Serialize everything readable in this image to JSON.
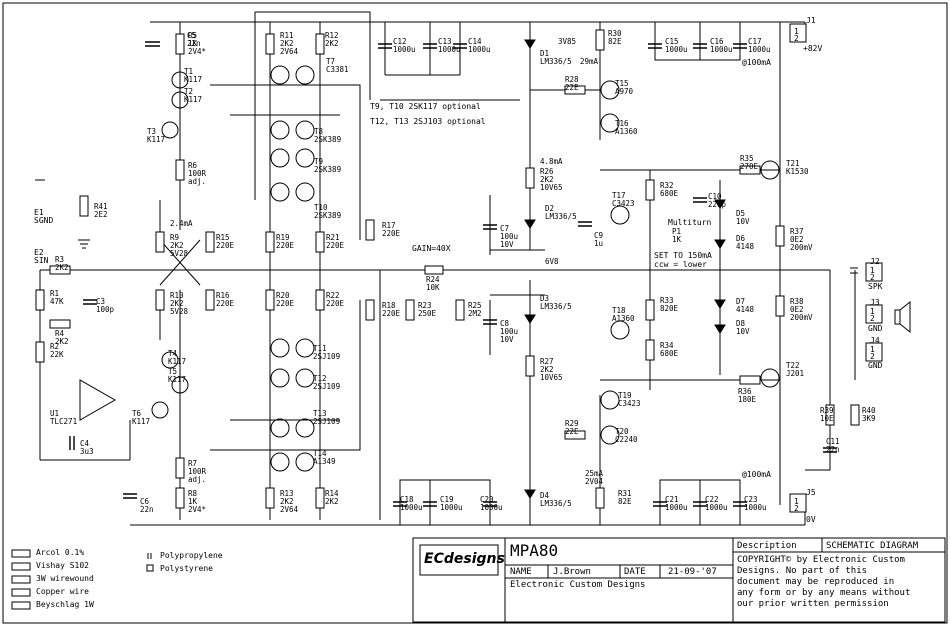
{
  "title_block": {
    "logo_text": "ECdesigns",
    "project": "MPA80",
    "name_label": "NAME",
    "name_value": "J.Brown",
    "date_label": "DATE",
    "date_value": "21-09-'07",
    "company": "Electronic Custom Designs",
    "description_label": "Description",
    "description_value": "SCHEMATIC DIAGRAM",
    "copyright": [
      "COPYRIGHT© by Electronic Custom",
      "Designs. No part of this",
      "document may be reproduced in",
      "any form or by any means without",
      "our prior written permission"
    ]
  },
  "legend": [
    {
      "label": "Arcol 0.1%",
      "symbol": "arcol"
    },
    {
      "label": "Vishay S102",
      "symbol": "vishay"
    },
    {
      "label": "3W wirewound",
      "symbol": "wirewound"
    },
    {
      "label": "Copper wire",
      "symbol": "copper"
    },
    {
      "label": "Beyschlag 1W",
      "symbol": "beyschlag"
    }
  ],
  "cap_legend": [
    {
      "label": "Polypropylene"
    },
    {
      "label": "Polystyrene"
    }
  ],
  "notes": {
    "optional1": "T9, T10 2SK117 optional",
    "optional2": "T12, T13 2SJ103 optional",
    "gain": "GAIN=40X",
    "set_current": "SET TO 150mA",
    "ccw": "ccw = lower",
    "multiturn": "Multiturn"
  },
  "connectors": {
    "j1": [
      "J1",
      "1",
      "2",
      "+82V",
      "@100mA"
    ],
    "j5": [
      "J5",
      "1",
      "2",
      "0V",
      "@100mA"
    ],
    "j2": [
      "J2",
      "1",
      "2",
      "SPK"
    ],
    "j3": [
      "J3",
      "1",
      "2",
      "GND"
    ],
    "j4": [
      "J4",
      "1",
      "2",
      "GND"
    ],
    "e1": [
      "E1",
      "SGND"
    ],
    "e2": [
      "E2",
      "SIN"
    ]
  },
  "labels": [
    [
      "C5",
      "22n"
    ],
    [
      "R5",
      "1K",
      "2V4*"
    ],
    [
      "T1",
      "K117"
    ],
    [
      "T2",
      "K117"
    ],
    [
      "T3",
      "K117"
    ],
    [
      "R6",
      "100R",
      "adj."
    ],
    [
      "R11",
      "2K2",
      "2V64"
    ],
    [
      "R12",
      "2K2"
    ],
    [
      "T7",
      "C3381"
    ],
    [
      "T8",
      "2SK389"
    ],
    [
      "T9",
      "2SK389"
    ],
    [
      "T10",
      "2SK389"
    ],
    [
      "C12",
      "1000u"
    ],
    [
      "C13",
      "1000u"
    ],
    [
      "C14",
      "1000u"
    ],
    [
      "D1",
      "LM336/5"
    ],
    [
      "3V85"
    ],
    [
      "29mA"
    ],
    [
      "R28",
      "22E"
    ],
    [
      "T15",
      "A970"
    ],
    [
      "T16",
      "A1360"
    ],
    [
      "R30",
      "82E"
    ],
    [
      "C15",
      "1000u"
    ],
    [
      "C16",
      "1000u"
    ],
    [
      "C17",
      "1000u"
    ],
    [
      "R41",
      "2E2"
    ],
    [
      "2.4mA"
    ],
    [
      "R9",
      "2K2",
      "5V28"
    ],
    [
      "R15",
      "220E"
    ],
    [
      "R19",
      "220E"
    ],
    [
      "R21",
      "220E"
    ],
    [
      "R17",
      "220E"
    ],
    [
      "R26",
      "2K2",
      "10V65"
    ],
    [
      "4.8mA"
    ],
    [
      "D2",
      "LM336/5"
    ],
    [
      "C7",
      "100u",
      "10V"
    ],
    [
      "6V8"
    ],
    [
      "C9",
      "1u"
    ],
    [
      "T17",
      "C3423"
    ],
    [
      "R32",
      "680E"
    ],
    [
      "C10",
      "220p"
    ],
    [
      "P1",
      "1K"
    ],
    [
      "R35",
      "270E"
    ],
    [
      "T21",
      "K1530"
    ],
    [
      "D5",
      "10V"
    ],
    [
      "D6",
      "4148"
    ],
    [
      "R37",
      "0E2",
      "200mV"
    ],
    [
      "R3",
      "2K2"
    ],
    [
      "R24",
      "10K"
    ],
    [
      "R1",
      "47K"
    ],
    [
      "C3",
      "100p"
    ],
    [
      "R4",
      "2K2"
    ],
    [
      "R10",
      "2K2",
      "5V28"
    ],
    [
      "R16",
      "220E"
    ],
    [
      "R20",
      "220E"
    ],
    [
      "R22",
      "220E"
    ],
    [
      "R18",
      "220E"
    ],
    [
      "R23",
      "250E"
    ],
    [
      "R25",
      "2M2"
    ],
    [
      "D3",
      "LM336/5"
    ],
    [
      "C8",
      "100u",
      "10V"
    ],
    [
      "T18",
      "A1360"
    ],
    [
      "R33",
      "820E"
    ],
    [
      "R34",
      "680E"
    ],
    [
      "D7",
      "4148"
    ],
    [
      "D8",
      "10V"
    ],
    [
      "R38",
      "0E2",
      "200mV"
    ],
    [
      "R2",
      "22K"
    ],
    [
      "T4",
      "K117"
    ],
    [
      "T5",
      "K117"
    ],
    [
      "T6",
      "K117"
    ],
    [
      "T11",
      "2SJ109"
    ],
    [
      "T12",
      "2SJ109"
    ],
    [
      "T13",
      "2SJ109"
    ],
    [
      "U1",
      "TLC271"
    ],
    [
      "C4",
      "3u3"
    ],
    [
      "R7",
      "100R",
      "adj."
    ],
    [
      "T14",
      "A1349"
    ],
    [
      "R27",
      "2K2",
      "10V65"
    ],
    [
      "T19",
      "C3423"
    ],
    [
      "R36",
      "180E"
    ],
    [
      "T22",
      "J201"
    ],
    [
      "R39",
      "10E"
    ],
    [
      "R40",
      "3K9"
    ],
    [
      "C11",
      "22n"
    ],
    [
      "R8",
      "1K",
      "2V4*"
    ],
    [
      "C6",
      "22n"
    ],
    [
      "R13",
      "2K2",
      "2V64"
    ],
    [
      "R14",
      "2K2"
    ],
    [
      "C18",
      "1000u"
    ],
    [
      "C19",
      "1000u"
    ],
    [
      "C20",
      "1000u"
    ],
    [
      "R29",
      "22E"
    ],
    [
      "T20",
      "C2240"
    ],
    [
      "25mA",
      "2V04"
    ],
    [
      "D4",
      "LM336/5"
    ],
    [
      "R31",
      "82E"
    ],
    [
      "C21",
      "1000u"
    ],
    [
      "C22",
      "1000u"
    ],
    [
      "C23",
      "1000u"
    ]
  ]
}
